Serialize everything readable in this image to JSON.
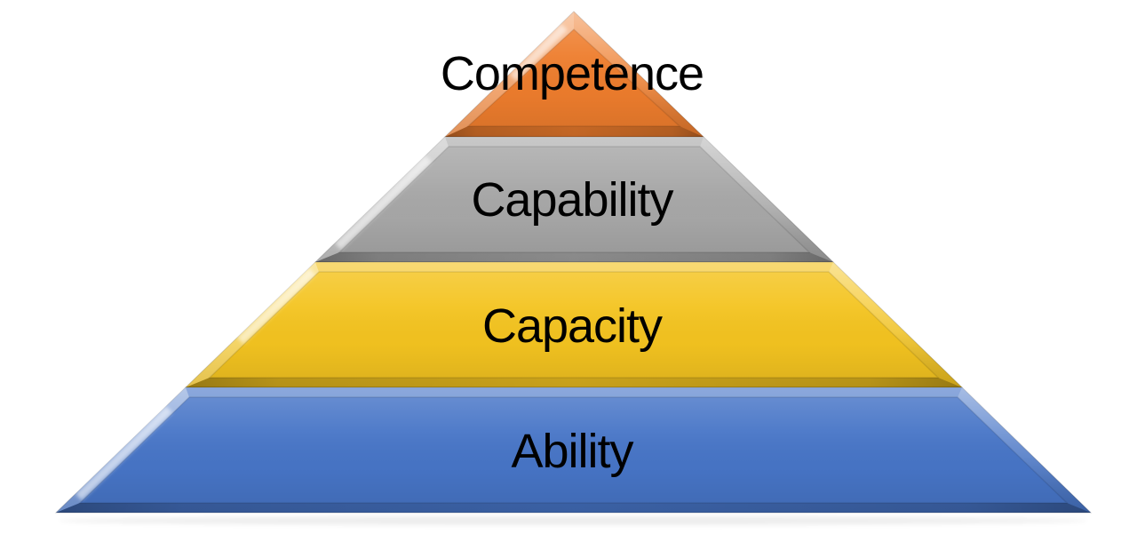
{
  "canvas": {
    "background_color": "#FFFFFF",
    "text_color": "#000000"
  },
  "diagram": {
    "type": "pyramid",
    "level_count": 4,
    "order": "top-to-bottom",
    "levels": [
      {
        "label": "Competence",
        "color": "#EE7D2D"
      },
      {
        "label": "Capability",
        "color": "#A8A8A8"
      },
      {
        "label": "Capacity",
        "color": "#F4C420"
      },
      {
        "label": "Ability",
        "color": "#4775C7"
      }
    ]
  }
}
